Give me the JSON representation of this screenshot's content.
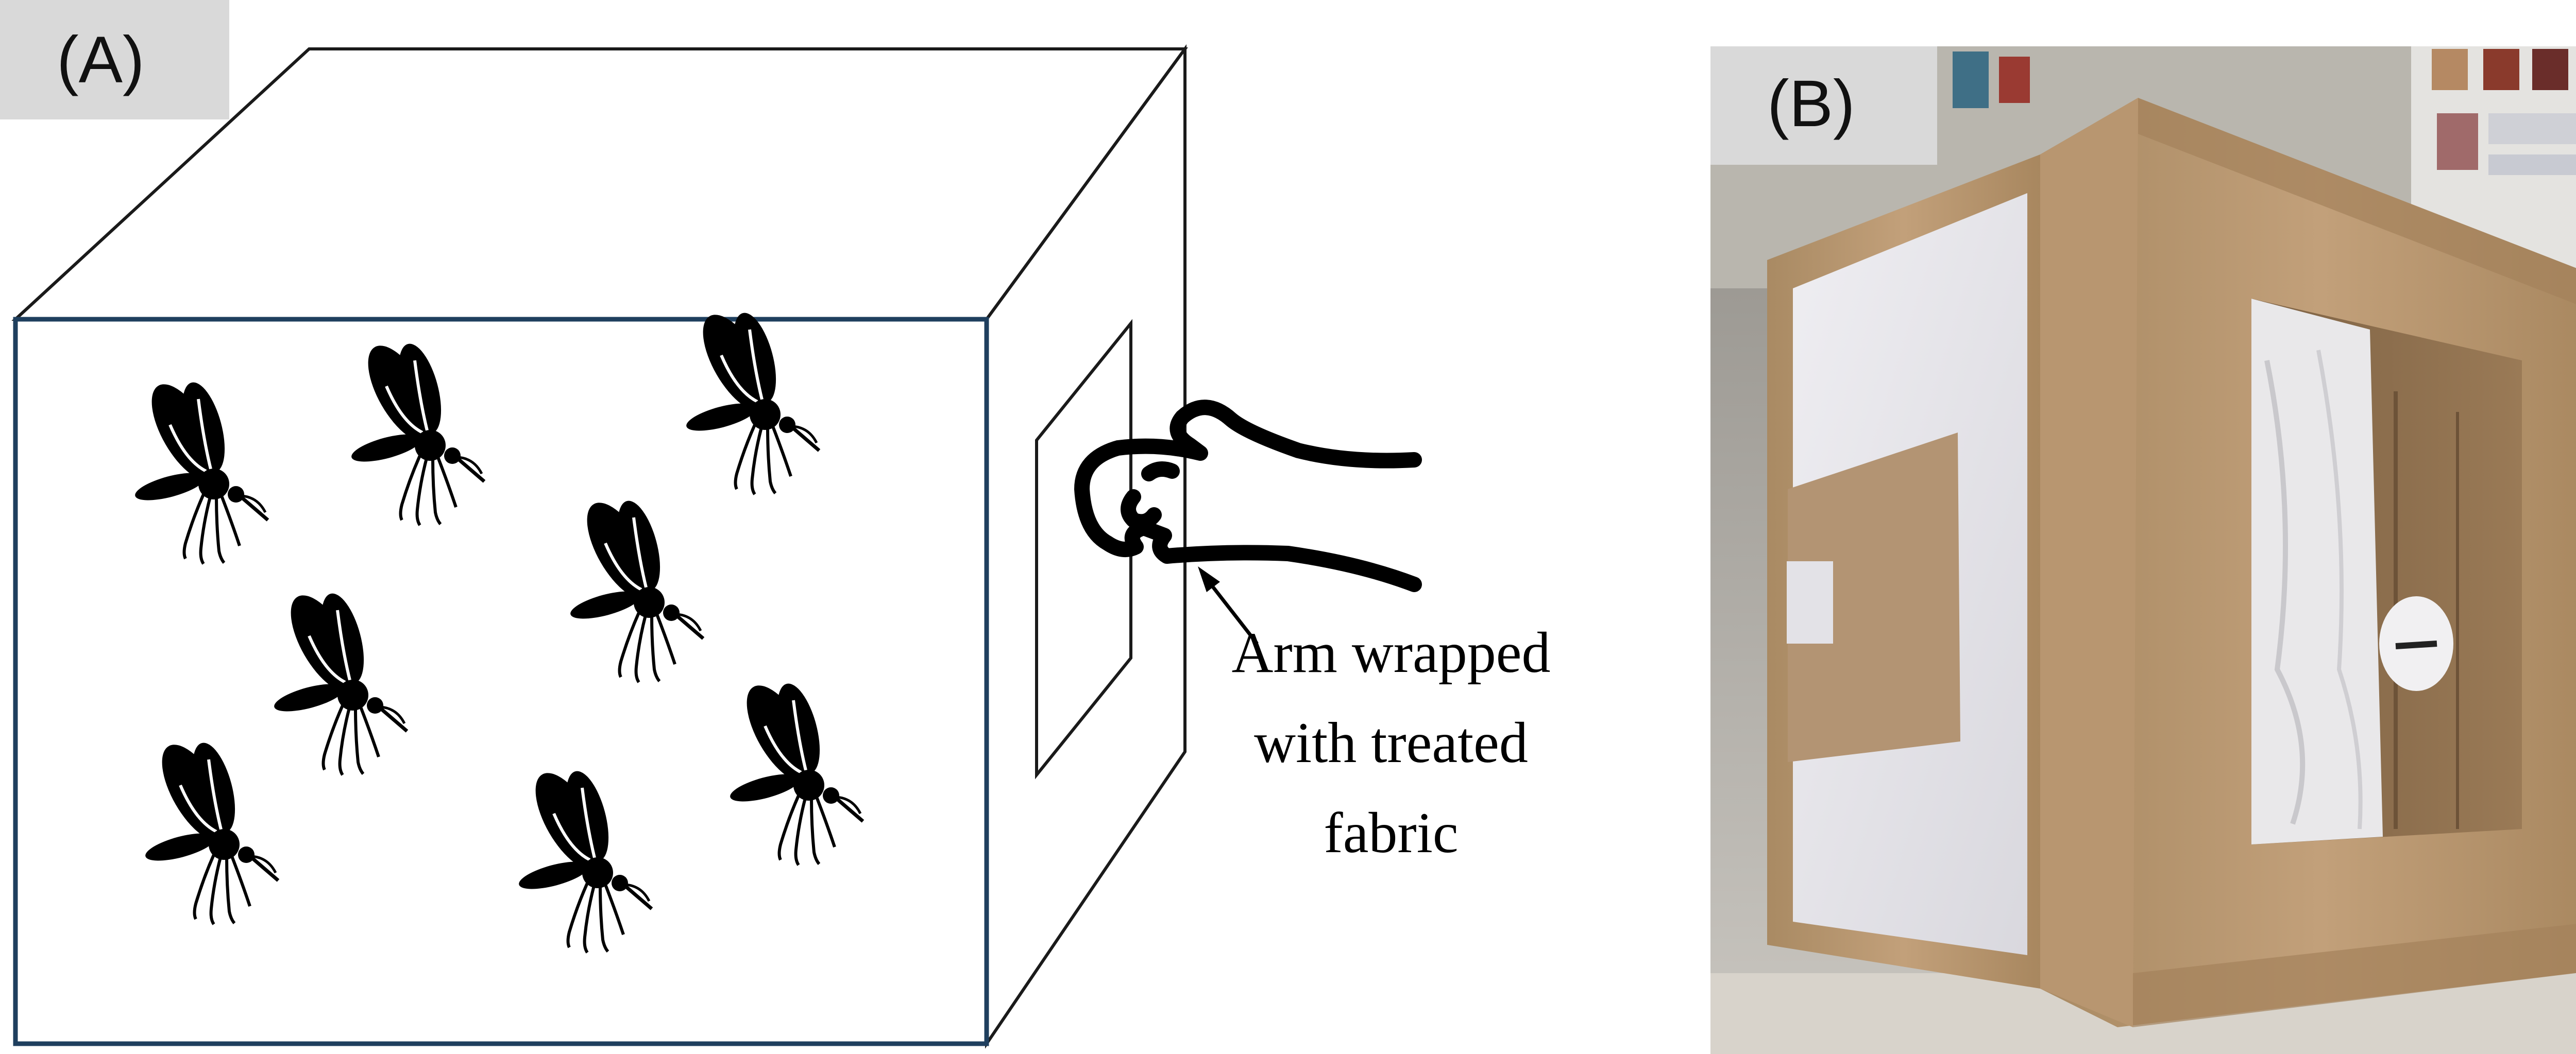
{
  "panel_a": {
    "label": "(A)",
    "caption_lines": [
      "Arm wrapped",
      "with treated",
      "fabric"
    ],
    "icons": [
      "mosquito-icon",
      "arm-silhouette-icon",
      "arrow-icon"
    ],
    "colors": {
      "cage_front_edge": "#1f3f5e",
      "label_bg": "#d9d9d9",
      "ink": "#000000"
    }
  },
  "panel_b": {
    "label": "(B)",
    "photo_content": "cardboard-cage-photo",
    "colors": {
      "cardboard": "#b5926a",
      "white_panel": "#e8e6ea",
      "label_bg": "#d9d9d9"
    }
  }
}
